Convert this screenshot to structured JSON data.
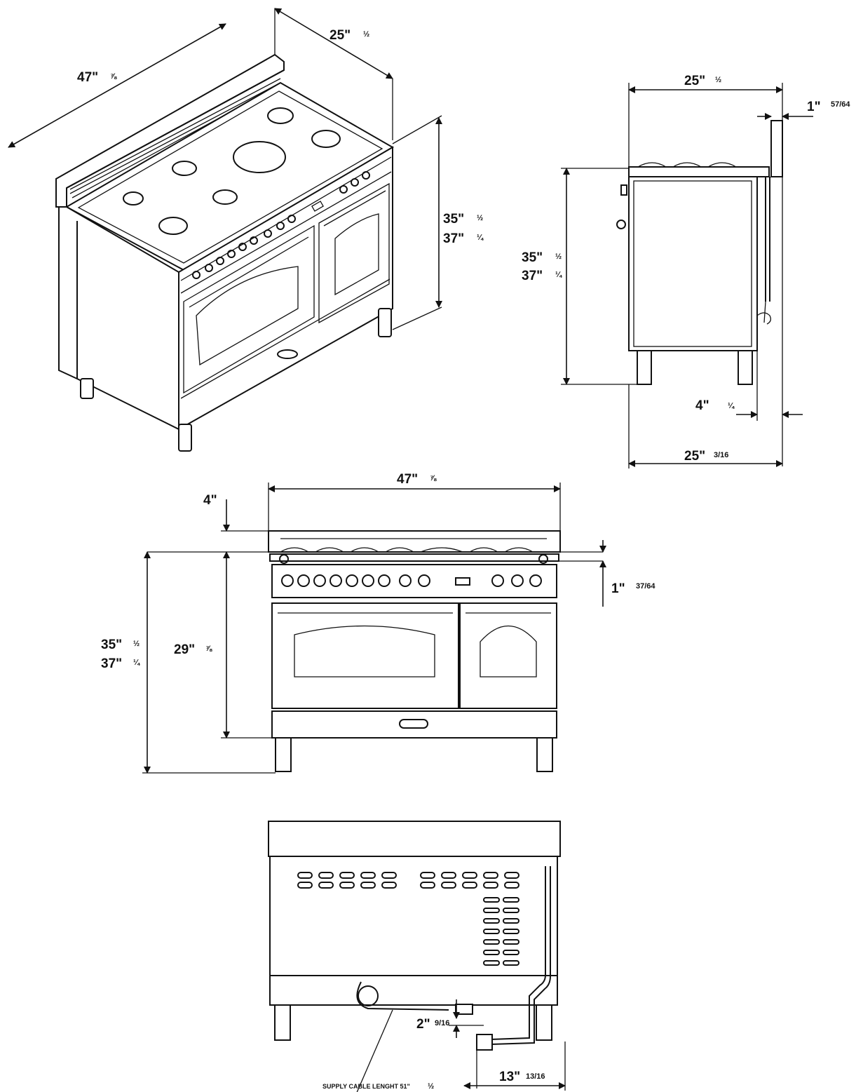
{
  "iso": {
    "width": "47\"",
    "width_frac": "⅞",
    "depth": "25\"",
    "depth_frac": "½",
    "h1": "35\"",
    "h1_frac": "½",
    "h2": "37\"",
    "h2_frac": "¼"
  },
  "side": {
    "depth_top": "25\"",
    "depth_top_frac": "½",
    "backguard": "1\"",
    "backguard_frac": "57/64",
    "h1": "35\"",
    "h1_frac": "½",
    "h2": "37\"",
    "h2_frac": "¼",
    "offset": "4\"",
    "offset_frac": "¼",
    "depth_bottom": "25\"",
    "depth_bottom_frac": "3/16"
  },
  "front": {
    "width": "47\"",
    "width_frac": "⅞",
    "backguard": "4\"",
    "top_gap": "1\"",
    "top_gap_frac": "37/64",
    "body_h": "29\"",
    "body_h_frac": "⅞",
    "h1": "35\"",
    "h1_frac": "½",
    "h2": "37\"",
    "h2_frac": "¼"
  },
  "rear": {
    "cable_h": "2\"",
    "cable_h_frac": "9/16",
    "cable_x": "13\"",
    "cable_x_frac": "13/16",
    "cable_note": "SUPPLY CABLE LENGHT 51\"",
    "cable_note_frac": "½"
  }
}
